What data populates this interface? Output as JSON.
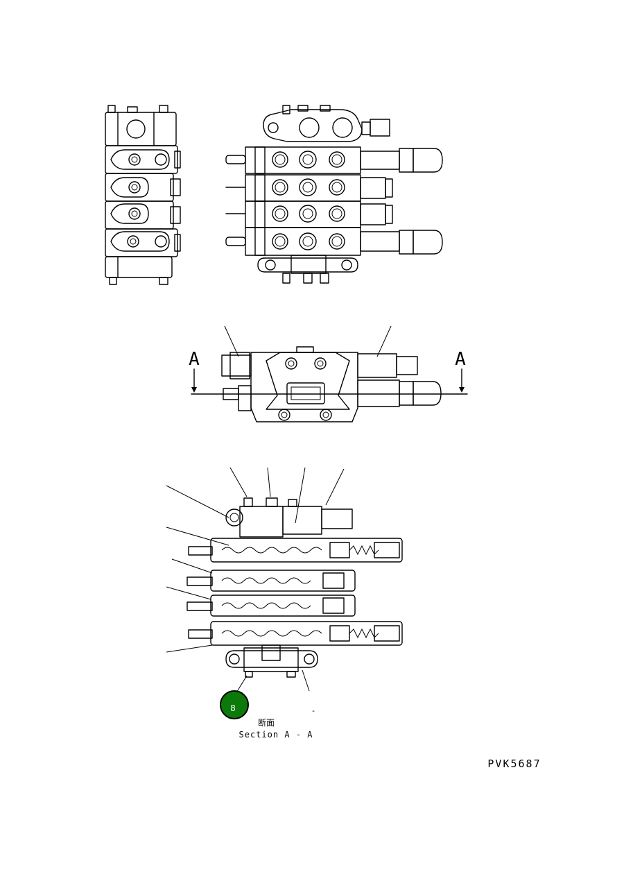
{
  "labels": {
    "section_mark_left": "A",
    "section_mark_right": "A",
    "section_title_jp": "断面",
    "section_title_en": "Section A - A",
    "dash_mark": "-",
    "callout_number": "8",
    "drawing_code": "PVK5687"
  },
  "colors": {
    "callout_fill": "#0b7a0b",
    "callout_ring": "#000000",
    "line": "#000000",
    "background": "#ffffff"
  }
}
